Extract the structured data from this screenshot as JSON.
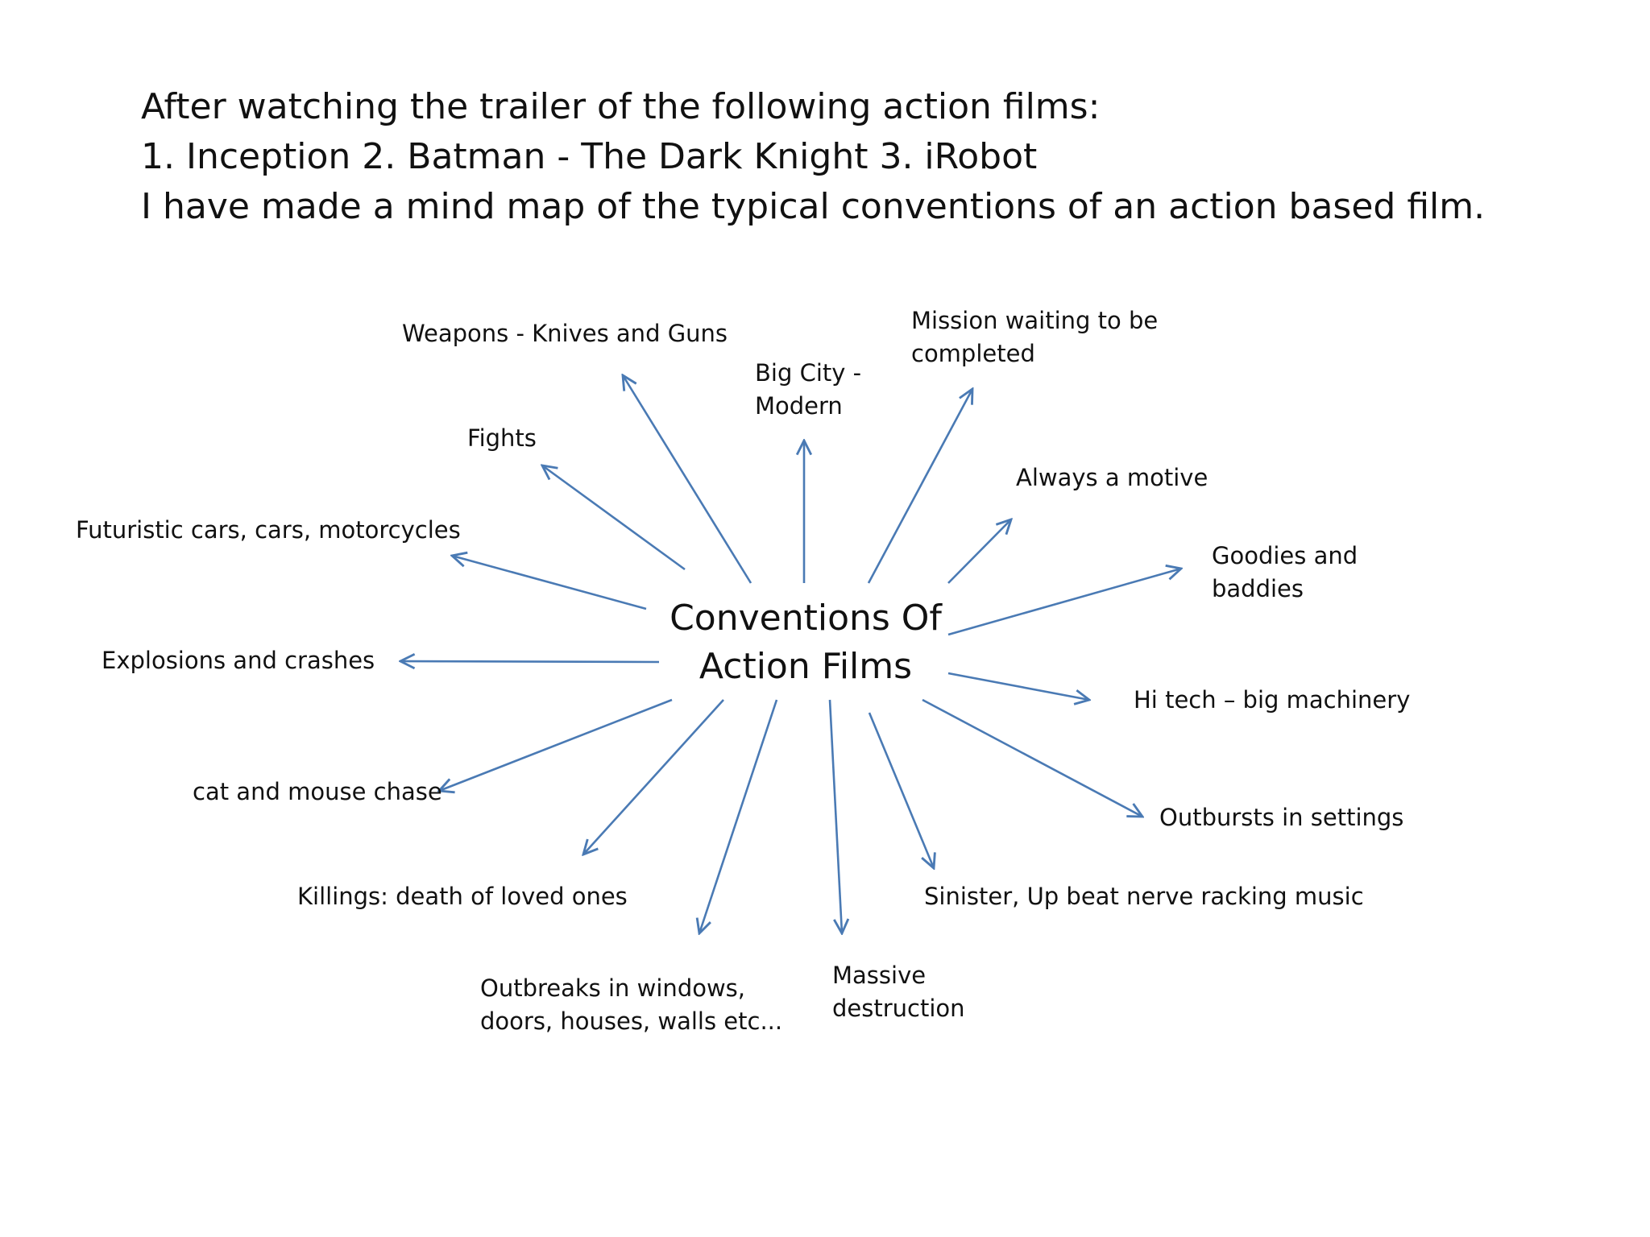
{
  "intro": {
    "line1": "After watching the trailer of the following action films:",
    "line2": "1. Inception   2. Batman - The Dark Knight   3. iRobot",
    "line3": "I have made a mind map of the typical conventions of an action based film."
  },
  "center": {
    "line1": "Conventions Of",
    "line2": "Action Films"
  },
  "nodes": [
    {
      "id": "weapons",
      "lines": [
        "Weapons - Knives and Guns"
      ]
    },
    {
      "id": "big-city",
      "lines": [
        "Big City -",
        "Modern"
      ]
    },
    {
      "id": "mission",
      "lines": [
        "Mission waiting to  be",
        "completed"
      ]
    },
    {
      "id": "fights",
      "lines": [
        "Fights"
      ]
    },
    {
      "id": "motive",
      "lines": [
        "Always a motive"
      ]
    },
    {
      "id": "futuristic-cars",
      "lines": [
        "Futuristic  cars, cars, motorcycles"
      ]
    },
    {
      "id": "goodies",
      "lines": [
        "Goodies and",
        "baddies"
      ]
    },
    {
      "id": "explosions",
      "lines": [
        "Explosions and crashes"
      ]
    },
    {
      "id": "hi-tech",
      "lines": [
        "Hi tech – big machinery"
      ]
    },
    {
      "id": "chase",
      "lines": [
        "cat and mouse chase"
      ]
    },
    {
      "id": "outbursts",
      "lines": [
        "Outbursts in settings"
      ]
    },
    {
      "id": "killings",
      "lines": [
        "Killings: death of loved ones"
      ]
    },
    {
      "id": "music",
      "lines": [
        "Sinister, Up beat nerve racking music"
      ]
    },
    {
      "id": "outbreaks",
      "lines": [
        "Outbreaks in windows,",
        "doors,  houses, walls etc..."
      ]
    },
    {
      "id": "destruction",
      "lines": [
        "Massive",
        "destruction"
      ]
    }
  ],
  "colors": {
    "arrow": "#4a7ab4",
    "text": "#111111",
    "background": "#ffffff"
  }
}
